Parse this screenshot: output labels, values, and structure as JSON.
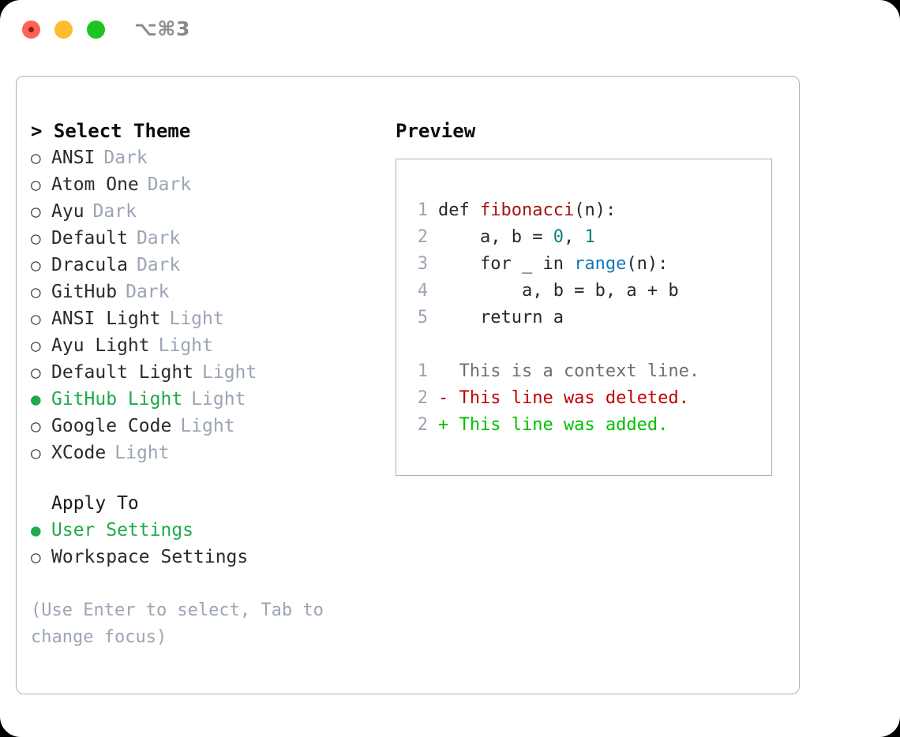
{
  "titlebar": {
    "shortcut": "⌥⌘3",
    "lights": [
      "close-red",
      "minimize-yellow",
      "zoom-green"
    ]
  },
  "colors": {
    "panel_border": "#a8b2c0",
    "selected_green": "#1faa4b",
    "muted": "#9aa5b4",
    "diff_added": "#00c000",
    "diff_deleted": "#c00000",
    "keyword_fn": "#a31515",
    "number": "#0d8080",
    "builtin": "#1378b8"
  },
  "theme_picker": {
    "heading": "> Select Theme",
    "options": [
      {
        "marker": "○",
        "label": "ANSI",
        "category": "Dark",
        "selected": false
      },
      {
        "marker": "○",
        "label": "Atom One",
        "category": "Dark",
        "selected": false
      },
      {
        "marker": "○",
        "label": "Ayu",
        "category": "Dark",
        "selected": false
      },
      {
        "marker": "○",
        "label": "Default",
        "category": "Dark",
        "selected": false
      },
      {
        "marker": "○",
        "label": "Dracula",
        "category": "Dark",
        "selected": false
      },
      {
        "marker": "○",
        "label": "GitHub",
        "category": "Dark",
        "selected": false
      },
      {
        "marker": "○",
        "label": "ANSI Light",
        "category": "Light",
        "selected": false
      },
      {
        "marker": "○",
        "label": "Ayu Light",
        "category": "Light",
        "selected": false
      },
      {
        "marker": "○",
        "label": "Default Light",
        "category": "Light",
        "selected": false
      },
      {
        "marker": "●",
        "label": "GitHub Light",
        "category": "Light",
        "selected": true
      },
      {
        "marker": "○",
        "label": "Google Code",
        "category": "Light",
        "selected": false
      },
      {
        "marker": "○",
        "label": "XCode",
        "category": "Light",
        "selected": false
      }
    ]
  },
  "apply_to": {
    "heading": "Apply To",
    "options": [
      {
        "marker": "●",
        "label": "User Settings",
        "selected": true
      },
      {
        "marker": "○",
        "label": "Workspace Settings",
        "selected": false
      }
    ]
  },
  "hint": "(Use Enter to select, Tab to change focus)",
  "preview": {
    "heading": "Preview",
    "code": [
      {
        "lineno": "1",
        "parts": [
          {
            "text": "def ",
            "style": "plain"
          },
          {
            "text": "fibonacci",
            "style": "fn"
          },
          {
            "text": "(n):",
            "style": "plain"
          }
        ]
      },
      {
        "lineno": "2",
        "parts": [
          {
            "text": "    a, b = ",
            "style": "plain"
          },
          {
            "text": "0",
            "style": "num"
          },
          {
            "text": ", ",
            "style": "plain"
          },
          {
            "text": "1",
            "style": "num"
          }
        ]
      },
      {
        "lineno": "3",
        "parts": [
          {
            "text": "    for _ in ",
            "style": "plain"
          },
          {
            "text": "range",
            "style": "blue"
          },
          {
            "text": "(n):",
            "style": "plain"
          }
        ]
      },
      {
        "lineno": "4",
        "parts": [
          {
            "text": "        a, b = b, a + b",
            "style": "plain"
          }
        ]
      },
      {
        "lineno": "5",
        "parts": [
          {
            "text": "    return a",
            "style": "plain"
          }
        ]
      }
    ],
    "diff": [
      {
        "lineno": "1",
        "text": "  This is a context line.",
        "kind": "ctx"
      },
      {
        "lineno": "2",
        "text": "- This line was deleted.",
        "kind": "del"
      },
      {
        "lineno": "2",
        "text": "+ This line was added.",
        "kind": "add"
      }
    ]
  }
}
